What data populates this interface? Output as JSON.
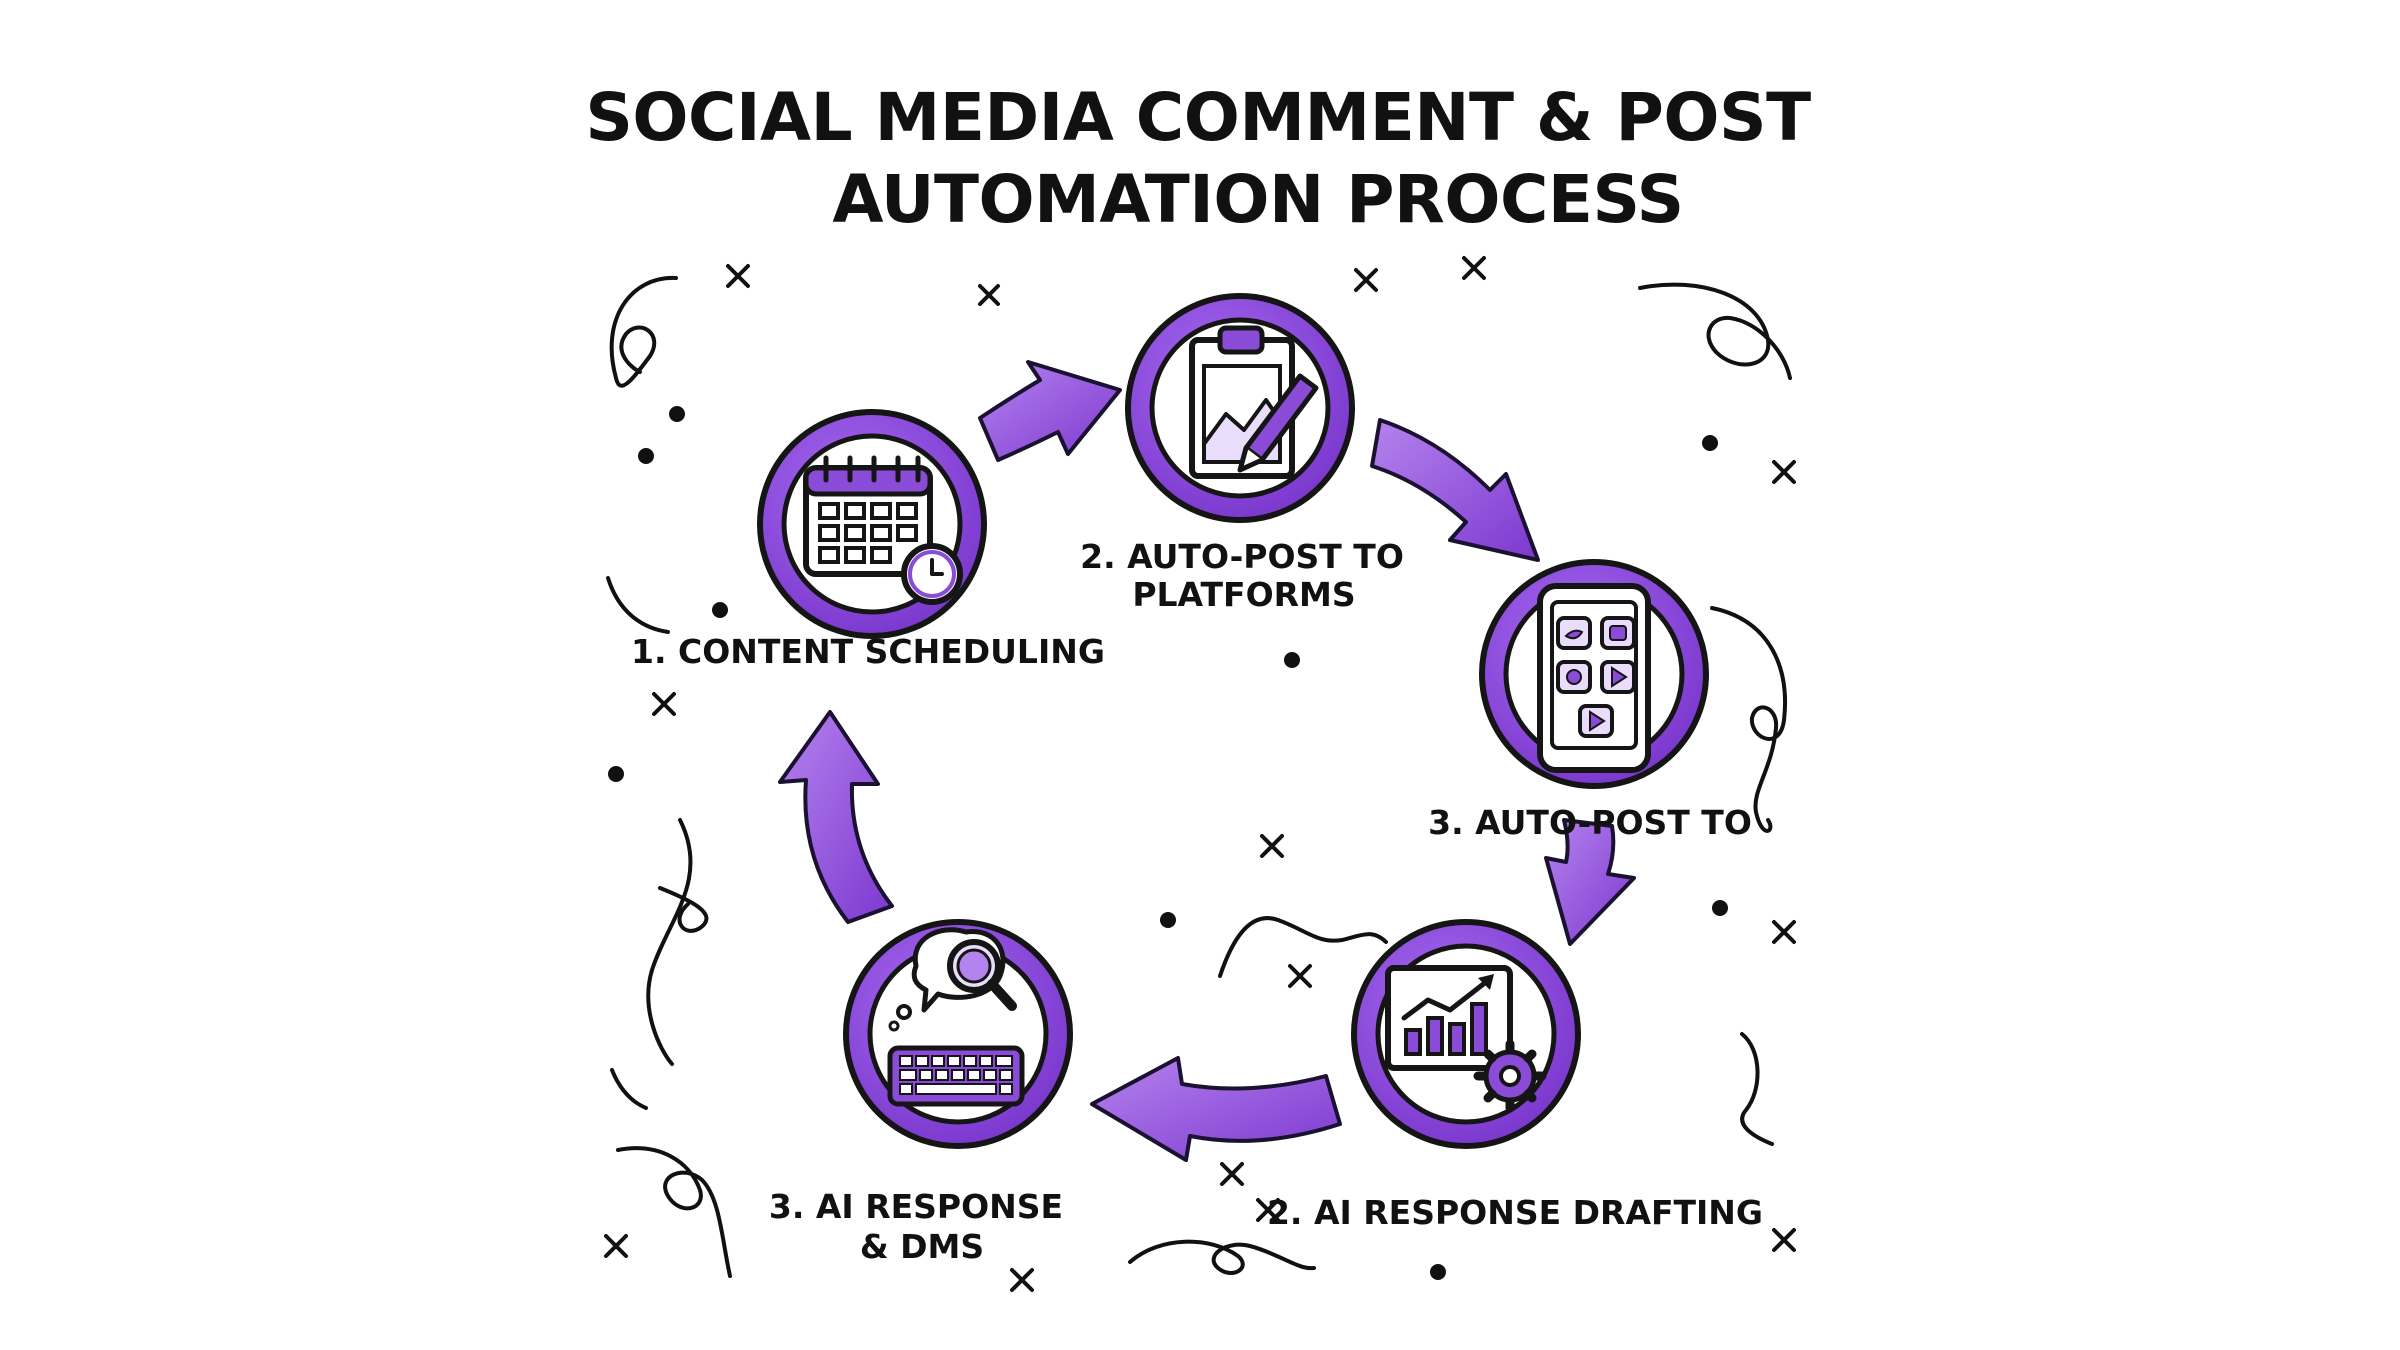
{
  "title": {
    "line1": "SOCIAL MEDIA COMMENT & POST",
    "line2": "AUTOMATION PROCESS"
  },
  "colors": {
    "accent": "#8b4ad8",
    "accent_light": "#b583ee",
    "ink": "#111111",
    "background": "#ffffff"
  },
  "steps": [
    {
      "lines": [
        "1. CONTENT SCHEDULING"
      ],
      "icon": "calendar-clock-icon"
    },
    {
      "lines": [
        "2. AUTO-POST TO",
        "PLATFORMS"
      ],
      "icon": "clipboard-pen-icon"
    },
    {
      "lines": [
        "3. AUTO-POST TO"
      ],
      "icon": "phone-apps-icon"
    },
    {
      "lines": [
        "2. AI RESPONSE DRAFTING"
      ],
      "icon": "analytics-gear-icon"
    },
    {
      "lines": [
        "3. AI RESPONSE",
        "& DMS"
      ],
      "icon": "keyboard-search-icon"
    }
  ]
}
